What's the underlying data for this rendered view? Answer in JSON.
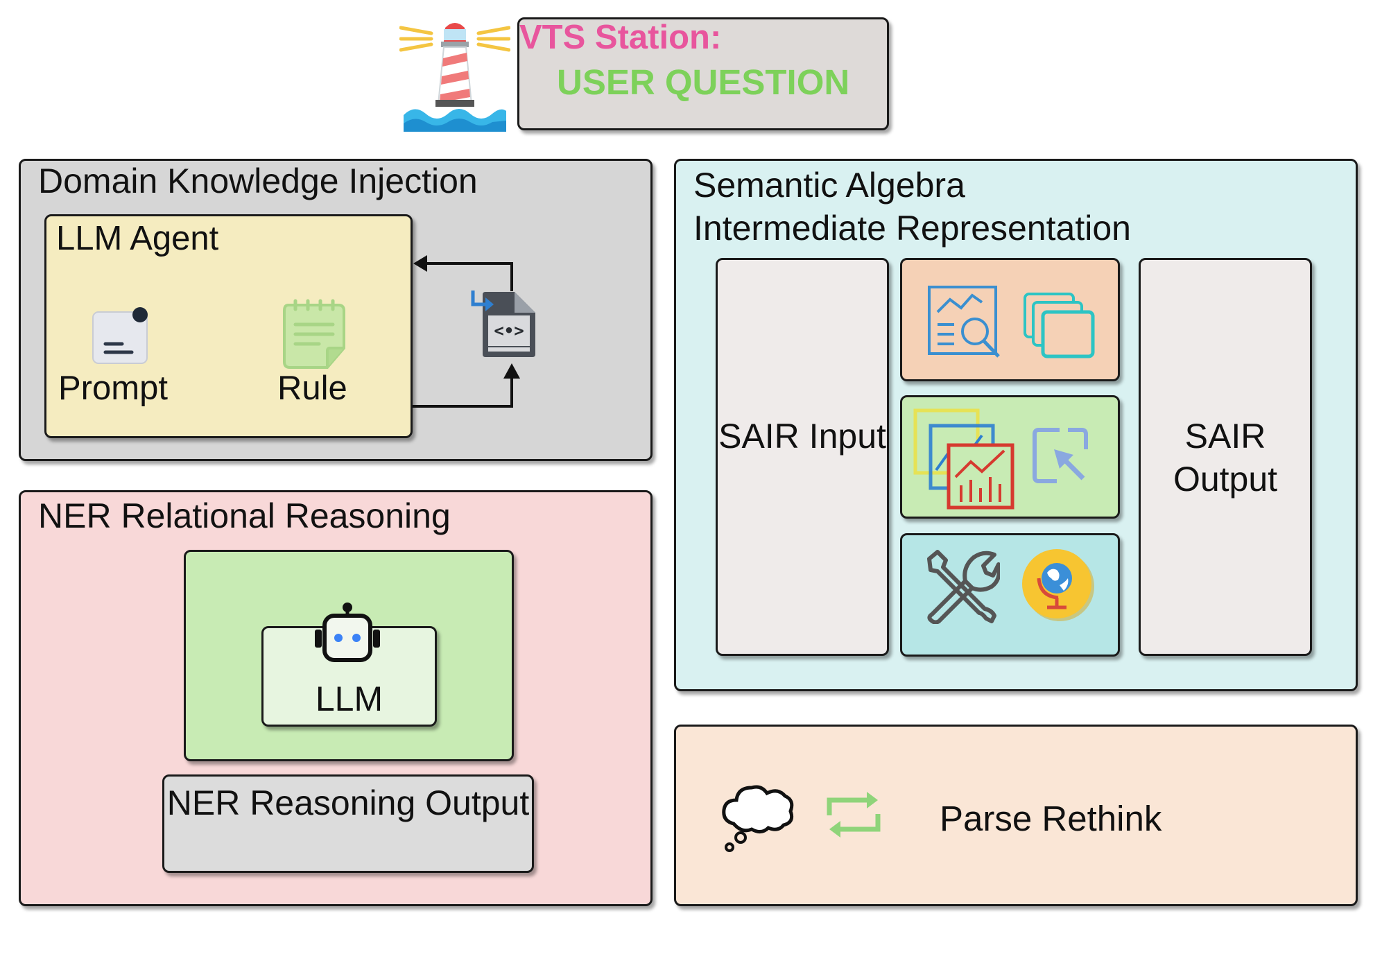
{
  "header": {
    "station_label": "VTS Station:",
    "question_label": "USER QUESTION"
  },
  "domain_knowledge": {
    "title": "Domain Knowledge Injection",
    "agent_title": "LLM Agent",
    "prompt_label": "Prompt",
    "rule_label": "Rule"
  },
  "ner": {
    "title": "NER Relational Reasoning",
    "llm_label": "LLM",
    "output_label": "NER Reasoning Output"
  },
  "sair": {
    "title_line1": "Semantic Algebra",
    "title_line2": "Intermediate Representation",
    "input_label": "SAIR Input",
    "output_label": "SAIR Output"
  },
  "parse": {
    "label": "Parse Rethink"
  },
  "colors": {
    "station_pink": "#e8559d",
    "question_green": "#7dd15a",
    "dki_bg": "#d6d6d6",
    "agent_bg": "#f5ecc0",
    "ner_bg": "#f8d8d8",
    "ner_inner_bg": "#c8ebb4",
    "sair_bg": "#d9f1f1",
    "parse_bg": "#fae6d6"
  },
  "icons": [
    "lighthouse-icon",
    "prompt-note-icon",
    "rule-clipboard-icon",
    "code-file-icon",
    "robot-icon",
    "analytics-search-icon",
    "layers-icon",
    "charts-icon",
    "cursor-icon",
    "tools-icon",
    "globe-icon",
    "thought-cloud-icon",
    "repeat-icon"
  ]
}
